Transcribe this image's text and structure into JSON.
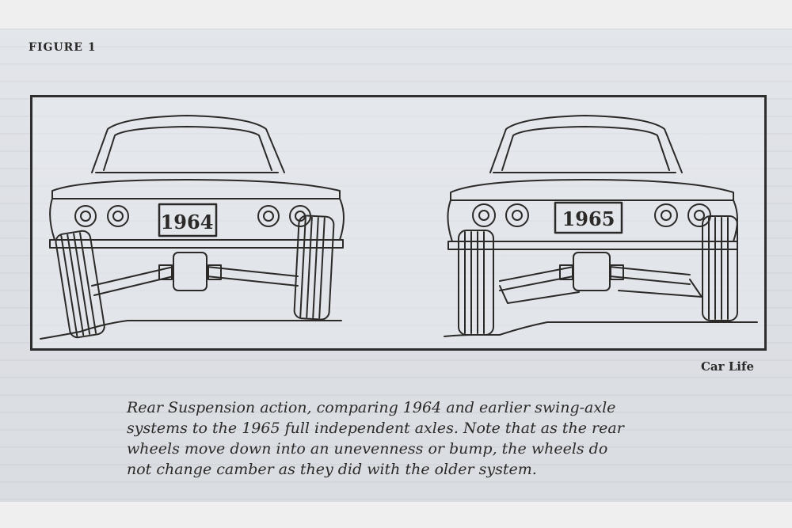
{
  "figure": {
    "label": "FIGURE 1",
    "credit": "Car Life",
    "caption": "Rear Suspension action, comparing 1964 and earlier swing-axle\nsystems to the 1965 full independent axles. Note that as the rear\nwheels move down into an unevenness or bump, the wheels do\nnot change camber as they did with the older system."
  },
  "illustrations": [
    {
      "plate": "1964"
    },
    {
      "plate": "1965"
    }
  ],
  "colors": {
    "ink": "#2b2a28",
    "paper": "#dde0e5"
  }
}
